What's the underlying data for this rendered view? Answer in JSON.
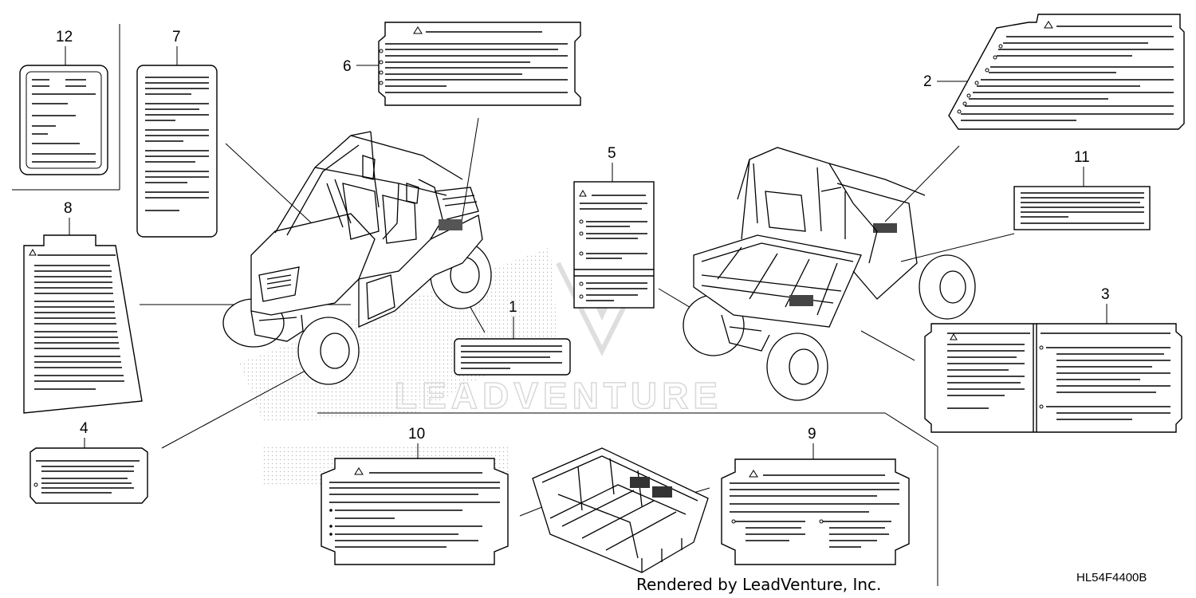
{
  "callouts": {
    "n1": "1",
    "n2": "2",
    "n3": "3",
    "n4": "4",
    "n5": "5",
    "n6": "6",
    "n7": "7",
    "n8": "8",
    "n9": "9",
    "n10": "10",
    "n11": "11",
    "n12": "12"
  },
  "credit": "Rendered by LeadVenture, Inc.",
  "diagram_code": "HL54F4400B",
  "watermark": "LEADVENTURE"
}
